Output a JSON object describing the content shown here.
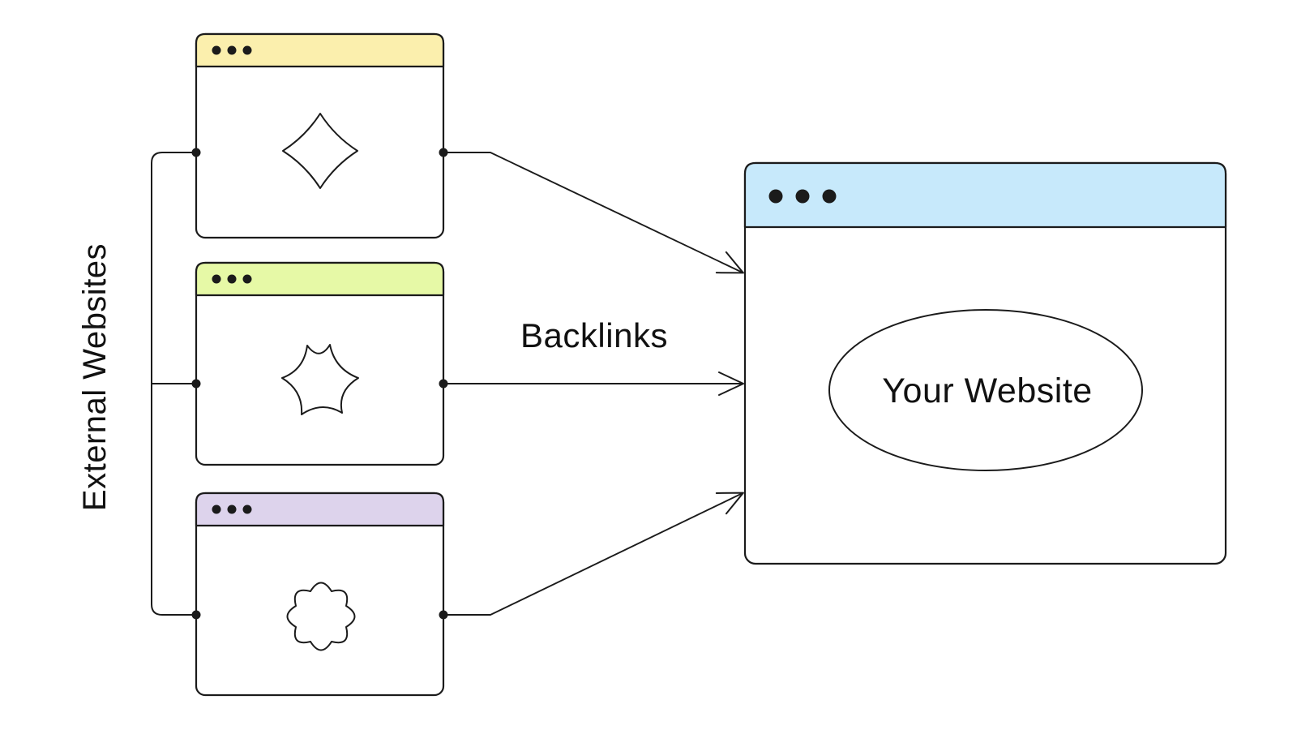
{
  "diagram": {
    "labels": {
      "group": "External Websites",
      "arrows": "Backlinks",
      "target": "Your Website"
    },
    "external_windows": [
      {
        "header_color": "#FBEFAD",
        "content_icon": "diamond-blob-icon"
      },
      {
        "header_color": "#E6F9A6",
        "content_icon": "star-blob-icon"
      },
      {
        "header_color": "#DDD3EC",
        "content_icon": "flower-blob-icon"
      }
    ],
    "target_window": {
      "header_color": "#C7E9FB"
    },
    "colors": {
      "line": "#1b1b1b",
      "background": "#ffffff",
      "window_fill": "#ffffff",
      "port_dot": "#1b1b1b"
    }
  }
}
